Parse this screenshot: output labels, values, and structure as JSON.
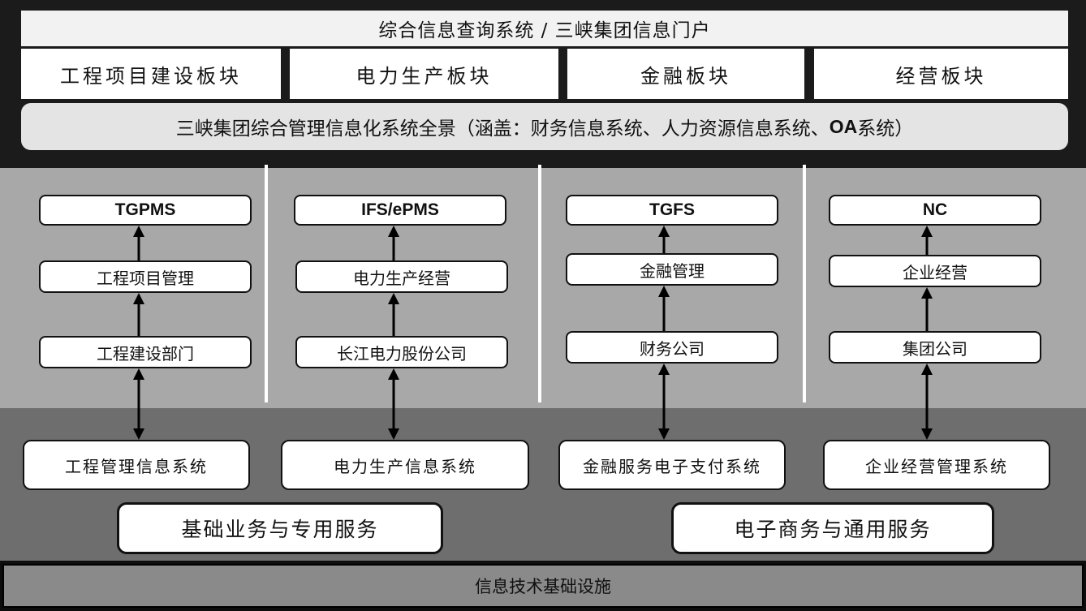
{
  "portal": {
    "title": "综合信息查询系统 / 三峡集团信息门户"
  },
  "modules": [
    "工程项目建设板块",
    "电力生产板块",
    "金融板块",
    "经营板块"
  ],
  "overview": {
    "text_before": "三峡集团综合管理信息化系统全景（涵盖：财务信息系统、人力资源信息系统、",
    "text_bold": "OA",
    "text_after": "系统）"
  },
  "columns": [
    {
      "system": "TGPMS",
      "function": "工程项目管理",
      "department": "工程建设部门",
      "application": "工程管理信息系统"
    },
    {
      "system": "IFS/ePMS",
      "function": "电力生产经营",
      "department": "长江电力股份公司",
      "application": "电力生产信息系统"
    },
    {
      "system": "TGFS",
      "function": "金融管理",
      "department": "财务公司",
      "application": "金融服务电子支付系统"
    },
    {
      "system": "NC",
      "function": "企业经营",
      "department": "集团公司",
      "application": "企业经营管理系统"
    }
  ],
  "services": [
    "基础业务与专用服务",
    "电子商务与通用服务"
  ],
  "infrastructure": "信息技术基础设施",
  "colors": {
    "top_band": "#1b1b1b",
    "middle_band": "#a8a8a8",
    "lower_band": "#6e6e6e",
    "base_band": "#0d0d0d"
  }
}
